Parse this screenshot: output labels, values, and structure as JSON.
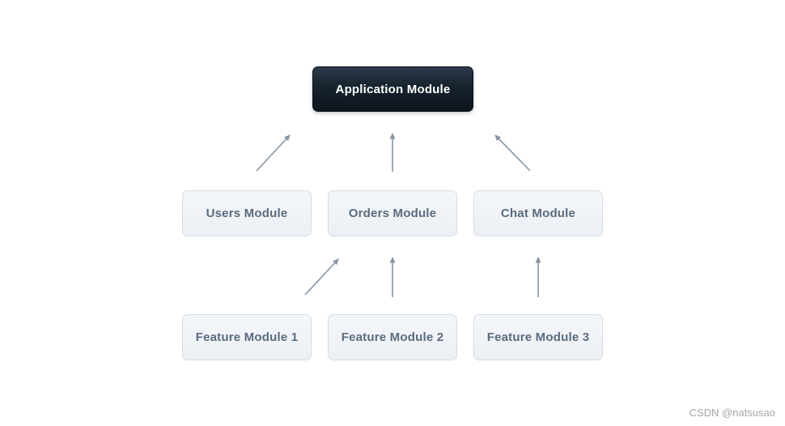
{
  "diagram": {
    "root": {
      "label": "Application Module"
    },
    "modules": [
      {
        "id": "users",
        "label": "Users Module"
      },
      {
        "id": "orders",
        "label": "Orders Module"
      },
      {
        "id": "chat",
        "label": "Chat Module"
      }
    ],
    "features": [
      {
        "id": "feature-1",
        "label": "Feature Module 1"
      },
      {
        "id": "feature-2",
        "label": "Feature Module 2"
      },
      {
        "id": "feature-3",
        "label": "Feature Module 3"
      }
    ],
    "edges": [
      {
        "from": "Users Module",
        "to": "Application Module"
      },
      {
        "from": "Orders Module",
        "to": "Application Module"
      },
      {
        "from": "Chat Module",
        "to": "Application Module"
      },
      {
        "from": "Feature Module 1",
        "to": "Orders Module"
      },
      {
        "from": "Feature Module 2",
        "to": "Orders Module"
      },
      {
        "from": "Feature Module 3",
        "to": "Chat Module"
      }
    ],
    "colors": {
      "root_bg_top": "#2b3a49",
      "root_bg_bottom": "#0d161e",
      "root_text": "#ffffff",
      "node_bg": "#eef2f6",
      "node_border": "#d6dde5",
      "node_text": "#5a6b7e",
      "arrow": "#8794a4"
    }
  },
  "watermark": {
    "text": "CSDN @natsusao"
  }
}
